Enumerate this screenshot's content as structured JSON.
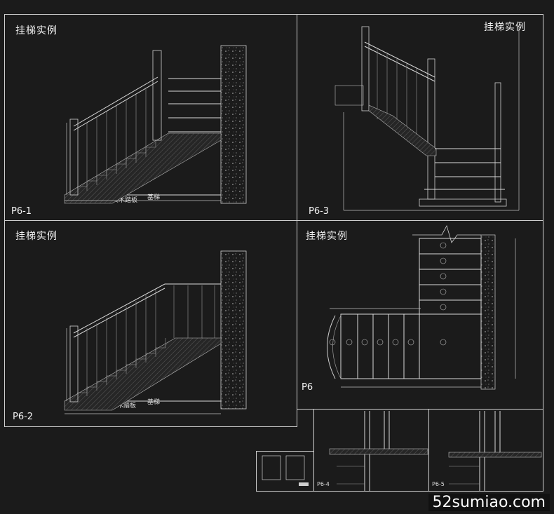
{
  "panels": {
    "tl": {
      "title": "挂梯实例",
      "id": "P6-1",
      "note_floor": "实木踏板",
      "note_beam": "基梯"
    },
    "tr": {
      "title": "挂梯实例",
      "id": "P6-3"
    },
    "ml": {
      "title": "挂梯实例",
      "id": "P6-2",
      "note_floor": "实木踏板",
      "note_beam": "基梯"
    },
    "mr": {
      "title": "挂梯实例",
      "id": "P6"
    },
    "b1": {
      "id": "P6-4"
    },
    "b2": {
      "id": "P6-5"
    }
  },
  "watermark": "52sumiao.com"
}
